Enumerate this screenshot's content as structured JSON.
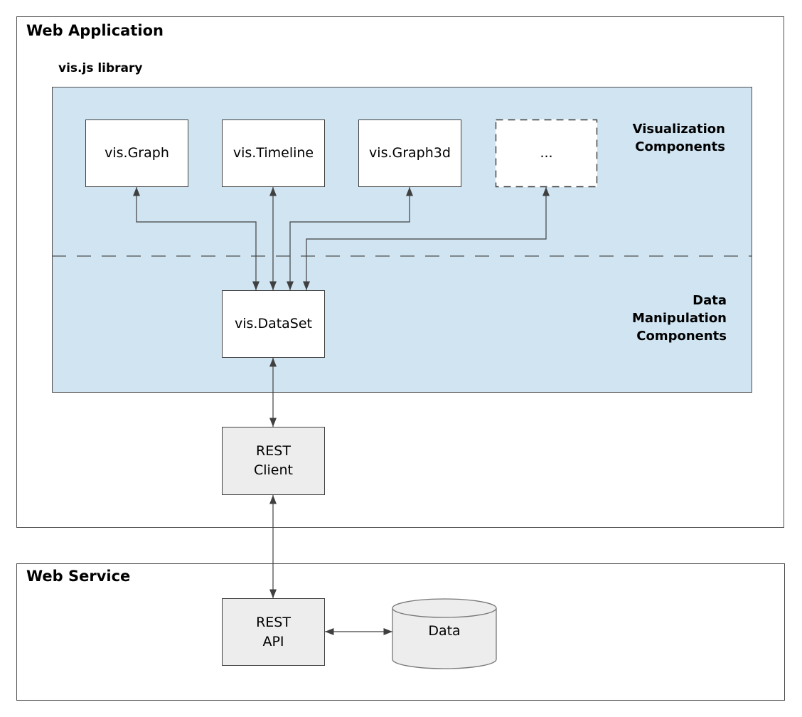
{
  "web_application": {
    "title": "Web Application",
    "visjs_library": {
      "title": "vis.js library",
      "components": [
        {
          "label": "vis.Graph"
        },
        {
          "label": "vis.Timeline"
        },
        {
          "label": "vis.Graph3d"
        },
        {
          "label": "..."
        }
      ],
      "visualization_label": "Visualization\nComponents",
      "data_manipulation_label": "Data\nManipulation\nComponents",
      "dataset_label": "vis.DataSet"
    },
    "rest_client_label": "REST\nClient"
  },
  "web_service": {
    "title": "Web Service",
    "rest_api_label": "REST\nAPI",
    "data_store_label": "Data"
  },
  "colors": {
    "library_fill": "#d0e4f2",
    "node_fill_white": "#ffffff",
    "node_fill_gray": "#ededed",
    "border": "#4d4d4d",
    "arrow": "#404040"
  }
}
